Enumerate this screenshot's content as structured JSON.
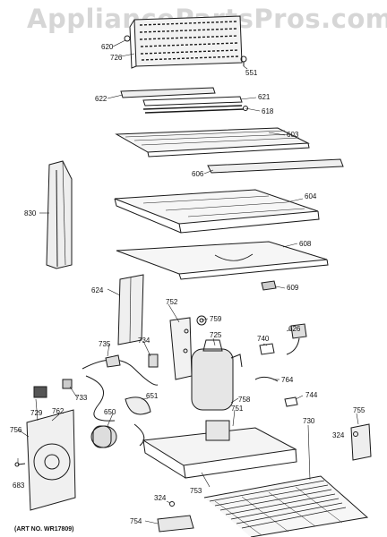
{
  "watermark": "AppliancePartsPros.com",
  "art_number": "(ART NO. WR17809)",
  "parts": {
    "p551": "551",
    "p603": "603",
    "p604": "604",
    "p606": "606",
    "p608": "608",
    "p609": "609",
    "p618": "618",
    "p620": "620",
    "p621": "621",
    "p622": "622",
    "p624": "624",
    "p626": "626",
    "p650": "650",
    "p651": "651",
    "p683": "683",
    "p725": "725",
    "p726": "726",
    "p729": "729",
    "p730": "730",
    "p733": "733",
    "p734": "734",
    "p735": "735",
    "p740": "740",
    "p744": "744",
    "p751": "751",
    "p752": "752",
    "p753": "753",
    "p754": "754",
    "p755": "755",
    "p756": "756",
    "p758": "758",
    "p759": "759",
    "p762": "762",
    "p764": "764",
    "p830": "830",
    "p324a": "324",
    "p324b": "324"
  }
}
